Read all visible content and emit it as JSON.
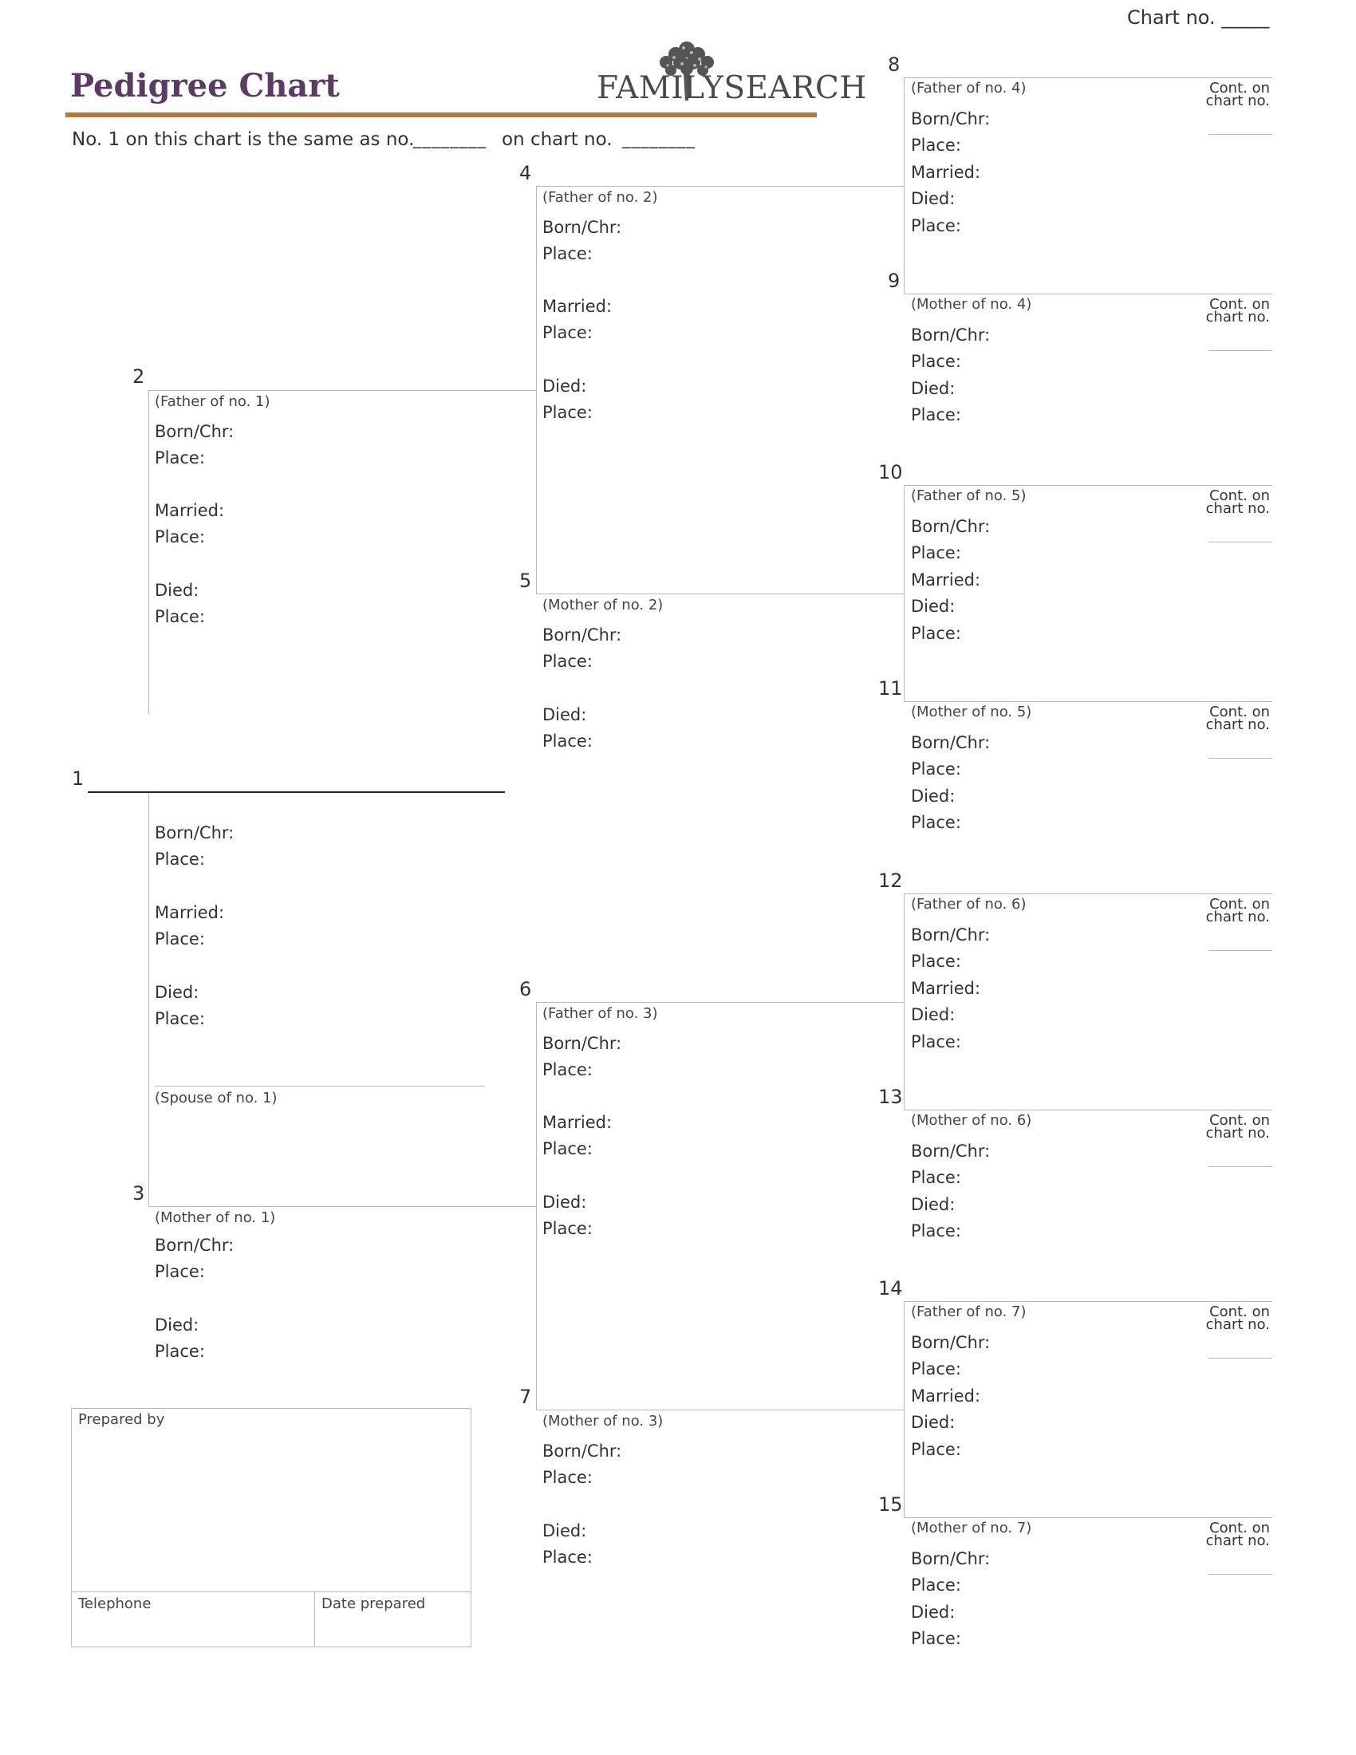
{
  "header": {
    "title": "Pedigree Chart",
    "logo_text": "FAMILYSEARCH",
    "chart_no_label": "Chart no. _____",
    "same_as_prefix": "No. 1 on this chart is the same as no.",
    "same_as_blank": "________",
    "on_chart_label": "on chart no.",
    "on_chart_blank": "________"
  },
  "colors": {
    "title": "#5b3a64",
    "rule": "#b3783b",
    "lines": "#b9b9b9"
  },
  "labels": {
    "born": "Born/Chr:",
    "place": "Place:",
    "married": "Married:",
    "died": "Died:",
    "cont_line1": "Cont. on",
    "cont_line2": "chart no."
  },
  "persons": {
    "p1": {
      "number": "1",
      "spouse": "(Spouse of no. 1)"
    },
    "p2": {
      "number": "2",
      "relation": "(Father of no. 1)"
    },
    "p3": {
      "number": "3",
      "relation": "(Mother of no. 1)"
    },
    "p4": {
      "number": "4",
      "relation": "(Father of no. 2)"
    },
    "p5": {
      "number": "5",
      "relation": "(Mother of no. 2)"
    },
    "p6": {
      "number": "6",
      "relation": "(Father of no. 3)"
    },
    "p7": {
      "number": "7",
      "relation": "(Mother of no. 3)"
    },
    "p8": {
      "number": "8",
      "relation": "(Father of no. 4)"
    },
    "p9": {
      "number": "9",
      "relation": "(Mother of no. 4)"
    },
    "p10": {
      "number": "10",
      "relation": "(Father of no. 5)"
    },
    "p11": {
      "number": "11",
      "relation": "(Mother of no. 5)"
    },
    "p12": {
      "number": "12",
      "relation": "(Father of no. 6)"
    },
    "p13": {
      "number": "13",
      "relation": "(Mother of no. 6)"
    },
    "p14": {
      "number": "14",
      "relation": "(Father of no. 7)"
    },
    "p15": {
      "number": "15",
      "relation": "(Mother of no. 7)"
    }
  },
  "footer": {
    "prepared_by": "Prepared by",
    "telephone": "Telephone",
    "date_prepared": "Date prepared"
  }
}
